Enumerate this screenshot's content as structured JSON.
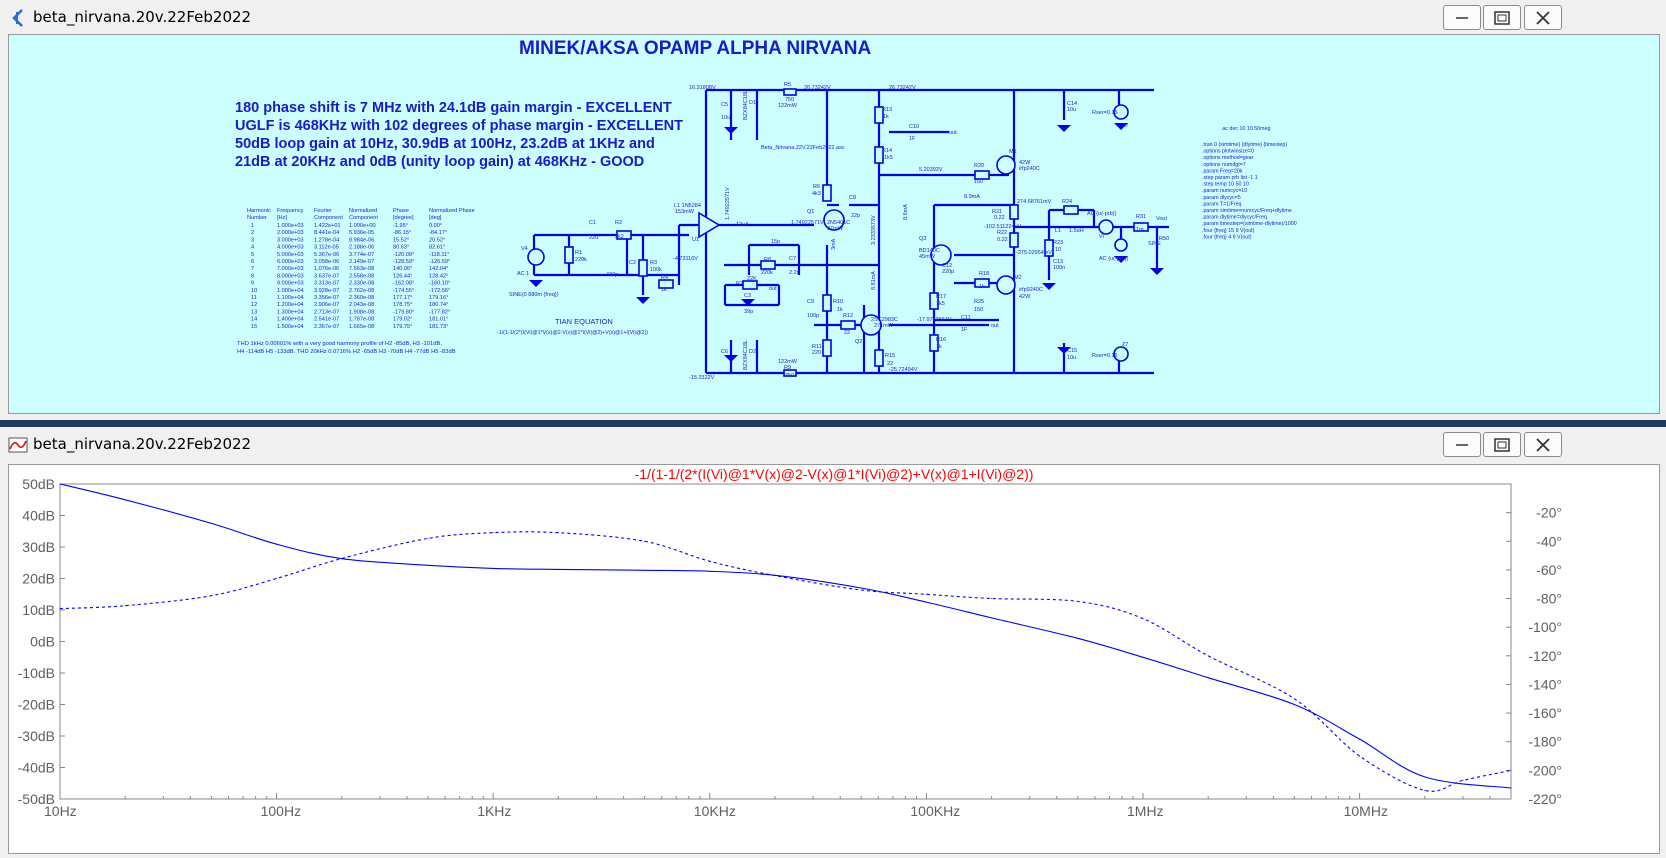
{
  "schematic_window": {
    "title": "beta_nirvana.20v.22Feb2022",
    "heading": "MINEK/AKSA OPAMP ALPHA NIRVANA",
    "notes": [
      "180 phase shift is 7 MHz  with 24.1dB gain margin - EXCELLENT",
      "UGLF is 468KHz with 102 degrees of phase margin -  EXCELLENT",
      "50dB loop gain at 10Hz, 30.9dB at 100Hz, 23.2dB at 1KHz and",
      "21dB at 20KHz and 0dB (unity loop gain) at 468KHz - GOOD"
    ],
    "tian_label": "TIAN EQUATION",
    "tian_expr": "-1/(1-1/(2*(I(Vi)@1*V(x)@2-V(x)@1*I(Vi)@2)+V(x)@1+I(Vi)@2))",
    "spice_directives": [
      ".ac dec 10 10 50meg",
      ".tran 0 {simtime} {dlytime} {timestep}",
      ".options plotwinsize=0",
      ".options method=gear",
      ".options numdgt=7",
      ".param Freq=20k",
      ".step param prb list -1 1",
      ".step temp 10 50 10",
      ".param numcyc=10",
      ".param dlycyc=5",
      ".param T=1/Freq",
      ".param simtime=numcyc/Freq+dlytime",
      ".param dlytime=dlycyc/Freq",
      ".param timestep=(simtime-dlytime)/1000",
      ".four {freq} 15 9 V(out)",
      ".four {freq} 4 9 V(out)"
    ],
    "fourier_header": [
      "Harmonic Number",
      "Frequency [Hz]",
      "Fourier Component",
      "Normalized Component",
      "Phase [degree]",
      "Normalized Phase [deg]"
    ],
    "fourier_rows": [
      [
        "1",
        "1.000e+03",
        "1.422e+01",
        "1.000e+00",
        "-1.95°",
        "0.00°"
      ],
      [
        "2",
        "2.000e+03",
        "8.441e-04",
        "5.936e-05",
        "-86.15°",
        "-84.17°"
      ],
      [
        "3",
        "3.000e+03",
        "1.278e-04",
        "8.984e-06",
        "15.52°",
        "20.52°"
      ],
      [
        "4",
        "4.000e+03",
        "3.112e-05",
        "2.188e-06",
        "80.63°",
        "82.61°"
      ],
      [
        "5",
        "5.000e+03",
        "5.367e-06",
        "3.774e-07",
        "-120.09°",
        "-118.11°"
      ],
      [
        "6",
        "6.000e+03",
        "3.058e-06",
        "2.149e-07",
        "-128.59°",
        "-126.59°"
      ],
      [
        "7",
        "7.000e+03",
        "1.076e-06",
        "7.563e-08",
        "140.06°",
        "142.04°"
      ],
      [
        "8",
        "8.000e+03",
        "3.637e-07",
        "2.558e-08",
        "126.44°",
        "128.42°"
      ],
      [
        "9",
        "9.000e+03",
        "3.313e-07",
        "2.330e-08",
        "-162.08°",
        "-160.10°"
      ],
      [
        "10",
        "1.000e+04",
        "3.928e-07",
        "2.762e-08",
        "-174.55°",
        "-172.56°"
      ],
      [
        "11",
        "1.100e+04",
        "3.356e-07",
        "2.360e-08",
        "177.17°",
        "179.16°"
      ],
      [
        "12",
        "1.200e+04",
        "2.906e-07",
        "2.043e-08",
        "178.75°",
        "180.74°"
      ],
      [
        "13",
        "1.300e+04",
        "2.713e-07",
        "1.908e-08",
        "-179.80°",
        "-177.82°"
      ],
      [
        "14",
        "1.400e+04",
        "2.541e-07",
        "1.787e-08",
        "179.02°",
        "181.01°"
      ],
      [
        "15",
        "1.500e+04",
        "2.367e-07",
        "1.665e-08",
        "179.75°",
        "181.73°"
      ]
    ],
    "thd_note_1": "THD 1kHz 0.00601% with a very good harmony profile of  H2 -85dB, H3 -101dB,",
    "thd_note_2": "H4 -114dB H5 -133dB.   THD 20kHz 0.0716% H2 -65dB H3 -70dB H4 -77dB H5 -83dB",
    "subtitle": "Beta_Nirvana.22V.22Feb2022.asc",
    "components": {
      "v4": "V4",
      "ac1": "AC 1",
      "sine": "SINE(0 880m {freq})",
      "r1": "R1",
      "r1v": "220k",
      "c1": "C1",
      "c1v": "22u",
      "r2": "R2",
      "r2v": "2k2",
      "c2": "C2",
      "c2v": "430p",
      "r3": "R3",
      "r3v": "100k",
      "r4": "R4",
      "r4v": "1k",
      "l1": "L1 1N5284",
      "l1v": "153mW",
      "u1": "U1",
      "q1": "Q1",
      "q1t": "2N5401C",
      "q1p": "97mW",
      "q2": "Q2",
      "q2t": "2SC2983C",
      "q2p": "271mW",
      "r5": "R5",
      "r5v": "750",
      "r5p": "122mW",
      "r6": "R6",
      "r6v": "4k3",
      "c8": "C8",
      "c8v": "22p",
      "c9": "C9",
      "c9v": "100p",
      "r10": "R10",
      "r10v": "1k",
      "r12": "R12",
      "r12v": "22",
      "r11": "R11",
      "r11v": "220",
      "r13": "R13",
      "r13v": "1k",
      "r14": "R14",
      "r14v": "1k5",
      "r15": "R15",
      "r15v": "22",
      "c10": "C10",
      "c10v": "1F",
      "c11": "C11",
      "c11v": "1F",
      "m1": "M1",
      "m1t": "irfp240C",
      "m1p": "42W",
      "m2": "M2",
      "m2t": "irfp9240C",
      "m2p": "42W",
      "q3": "Q3",
      "q3t": "BD140C",
      "q3p": "45mW",
      "c12": "C12",
      "c12v": "220p",
      "r21": "R21",
      "r21v": "0.22",
      "r22": "R22",
      "r22v": "0.22",
      "r23": "R23",
      "r23v": "10",
      "r24": "R24",
      "l1b": "L1",
      "l1bv": "1.5uH",
      "c13": "C13",
      "c13v": "100n",
      "r31": "R31",
      "r31v": "1m",
      "vi": "Vi",
      "vout": "Vout",
      "r50": "R50",
      "r50v": "SINE",
      "ac_a": "AC {u(-prb)}",
      "ac_b": "AC {u(-prb)}",
      "vcc": "16.31808V",
      "vcc2": "26.73242V",
      "vcc3": "26.73242V",
      "vee": "-15.3322V",
      "vee2": "-25.72494V",
      "c5": "C5",
      "c5v": "10u",
      "c14": "C14",
      "c14v": "10u",
      "c15": "C15",
      "c15v": "10u",
      "c6": "C6",
      "d1": "D1",
      "d1t": "BZX84C18L",
      "d2": "D2",
      "d2t": "BZX84C18L",
      "r9": "R9",
      "r9v": "750",
      "r9p": "122mW",
      "n1": "1.74922571V",
      "n2": "1.74922571V",
      "n3": "12uA",
      "n4": "-4.73116V",
      "n5": "3.2333573V",
      "n6": "5.20392V",
      "n7": "8.9mA",
      "n8": "274.68761mV",
      "n9": "-102.511224uV",
      "n10": "-275.02954mV",
      "n11": "-17.9762564V",
      "n12": "8.6mA",
      "n13": "8.61mA",
      "n14": "3mA",
      "res1": "Rser=0.15",
      "res2": "Rser=0.15",
      "r7": "R7",
      "r7v": "22K",
      "c7": "C7",
      "c7v": "2.2n",
      "c6v": "15p",
      "r8": "R8",
      "r8v": "220k",
      "c3": "C3",
      "c3v": "39p",
      "r16": "R16",
      "r16v": "1k",
      "r17": "R17",
      "r17v": "1k5",
      "r18": "R18",
      "r18v": "1k",
      "r19": "R19",
      "r19v": "1k",
      "r20": "R20",
      "r20v": "150",
      "r25": "R25",
      "r25v": "150",
      "out": "out",
      "z1": "Z7",
      "z2": "Z7"
    }
  },
  "plot_window": {
    "title": "beta_nirvana.20v.22Feb2022"
  },
  "colors": {
    "schematic_bg": "#ccffff",
    "wire": "#0000ee",
    "heading": "#1a1acc",
    "trace": "#0000ff",
    "trace_title": "#ff0000",
    "axis_text": "#606060",
    "grid": "#e0e0e0"
  },
  "chart_data": {
    "type": "line",
    "title": "-1/(1-1/(2*(I(Vi)@1*V(x)@2-V(x)@1*I(Vi)@2)+V(x)@1+I(Vi)@2))",
    "x_scale": "log",
    "xlim": [
      10,
      50000000
    ],
    "x_ticks": [
      10,
      100,
      1000,
      10000,
      100000,
      1000000,
      10000000
    ],
    "x_tick_labels": [
      "10Hz",
      "100Hz",
      "1KHz",
      "10KHz",
      "100KHz",
      "1MHz",
      "10MHz"
    ],
    "y_left_lim": [
      -50,
      50
    ],
    "y_left_ticks": [
      50,
      40,
      30,
      20,
      10,
      0,
      -10,
      -20,
      -30,
      -40,
      -50
    ],
    "y_left_labels": [
      "50dB",
      "40dB",
      "30dB",
      "20dB",
      "10dB",
      "0dB",
      "-10dB",
      "-20dB",
      "-30dB",
      "-40dB",
      "-50dB"
    ],
    "y_right_lim": [
      -220,
      0
    ],
    "y_right_ticks": [
      -20,
      -40,
      -60,
      -80,
      -100,
      -120,
      -140,
      -160,
      -180,
      -200,
      -220
    ],
    "y_right_labels": [
      "-20°",
      "-40°",
      "-60°",
      "-80°",
      "-100°",
      "-120°",
      "-140°",
      "-160°",
      "-180°",
      "-200°",
      "-220°"
    ],
    "grid": false,
    "series": [
      {
        "style": "solid",
        "axis": "left",
        "x": [
          10,
          20,
          50,
          100,
          200,
          500,
          1000,
          2000,
          5000,
          10000,
          20000,
          50000,
          100000,
          200000,
          500000,
          1000000,
          2000000,
          5000000,
          10000000,
          20000000,
          50000000
        ],
        "y": [
          50,
          45,
          37.5,
          30.9,
          26.3,
          24.2,
          23.2,
          22.9,
          22.6,
          22.3,
          21,
          17,
          12.5,
          7.5,
          1,
          -5,
          -11.5,
          -20,
          -31,
          -43,
          -46.5
        ]
      },
      {
        "style": "dashed",
        "axis": "right",
        "x": [
          10,
          20,
          50,
          100,
          200,
          500,
          1000,
          2000,
          5000,
          10000,
          20000,
          50000,
          100000,
          200000,
          500000,
          1000000,
          2000000,
          5000000,
          10000000,
          20000000,
          30000000,
          50000000
        ],
        "y": [
          -87,
          -85,
          -78,
          -66,
          -52,
          -38,
          -34,
          -34,
          -40,
          -54,
          -64,
          -74,
          -77,
          -80,
          -82,
          -94,
          -120,
          -150,
          -190,
          -214,
          -207,
          -200
        ]
      }
    ]
  }
}
